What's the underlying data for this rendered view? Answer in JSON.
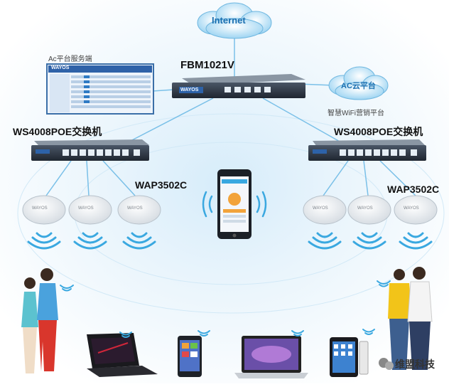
{
  "diagram": {
    "internet_label": "Internet",
    "router_label": "FBM1021V",
    "router_brand": "WAYOS",
    "ac_cloud_label": "AC云平台",
    "ac_server_label": "Ac平台服务端",
    "ac_server_brand": "WAYOS",
    "wifi_platform_label": "智慧WiFi营销平台",
    "switch_left_label": "WS4008POE交换机",
    "switch_right_label": "WS4008POE交换机",
    "ap_left_label": "WAP3502C",
    "ap_right_label": "WAP3502C",
    "ap_brand": "WAYOS",
    "watermark": "维盟科技",
    "colors": {
      "cloud": "#bfe3f7",
      "device_dark": "#2a3340",
      "port": "#e6eef5",
      "wave": "#3aa8e0",
      "link": "#7ac0e8"
    }
  }
}
